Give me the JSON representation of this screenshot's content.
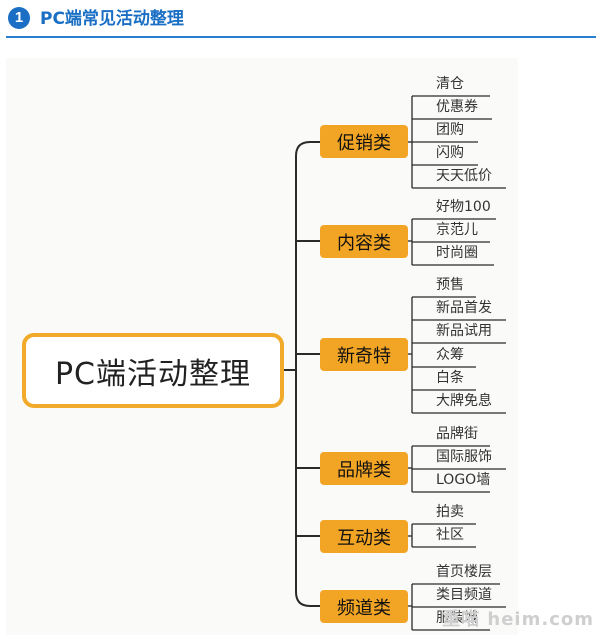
{
  "header": {
    "badge": "1",
    "title": "PC端常见活动整理"
  },
  "root": "PC端活动整理",
  "categories": [
    {
      "label": "促销类",
      "items": [
        "清仓",
        "优惠券",
        "团购",
        "闪购",
        "天天低价"
      ]
    },
    {
      "label": "内容类",
      "items": [
        "好物100",
        "京范儿",
        "时尚圈"
      ]
    },
    {
      "label": "新奇特",
      "items": [
        "预售",
        "新品首发",
        "新品试用",
        "众筹",
        "白条",
        "大牌免息"
      ]
    },
    {
      "label": "品牌类",
      "items": [
        "品牌街",
        "国际服饰",
        "LOGO墙"
      ]
    },
    {
      "label": "互动类",
      "items": [
        "拍卖",
        "社区"
      ]
    },
    {
      "label": "频道类",
      "items": [
        "首页楼层",
        "类目频道",
        "服装城"
      ]
    }
  ],
  "watermark": "重喵 heim.com",
  "colors": {
    "accent": "#1a6fc4",
    "node": "#f2a524",
    "root_border": "#f2aa2a"
  }
}
